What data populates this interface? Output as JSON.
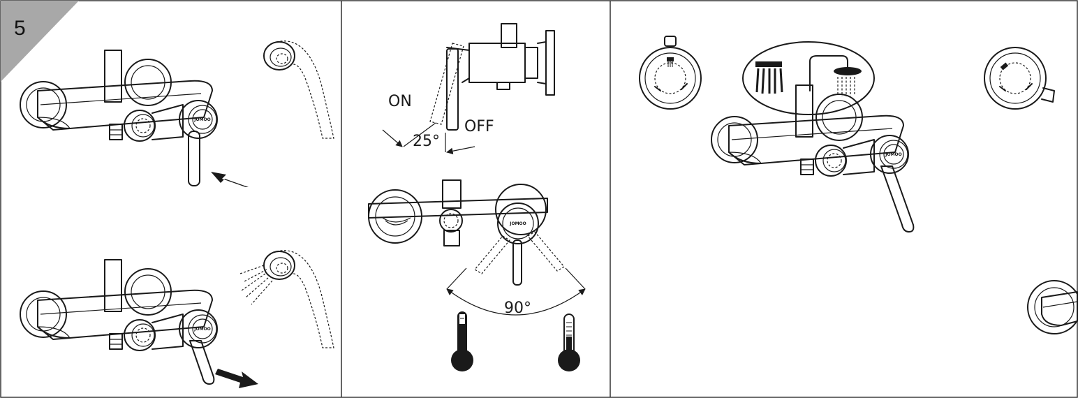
{
  "step": {
    "number": "5"
  },
  "lever": {
    "on_label": "ON",
    "off_label": "OFF",
    "tilt_angle_label": "25°",
    "rotation_angle_label": "90°"
  },
  "brand": {
    "logo_text": "JOMOO"
  },
  "colors": {
    "line": "#1a1a1a",
    "step_badge": "#a8a8a8",
    "panel_border": "#333333"
  },
  "icons": {
    "hot": "thermometer-hot-icon",
    "cold": "thermometer-cold-icon",
    "hand_shower": "hand-shower-icon",
    "overhead_shower": "overhead-shower-icon",
    "diverter_dial": "diverter-dial-icon"
  }
}
